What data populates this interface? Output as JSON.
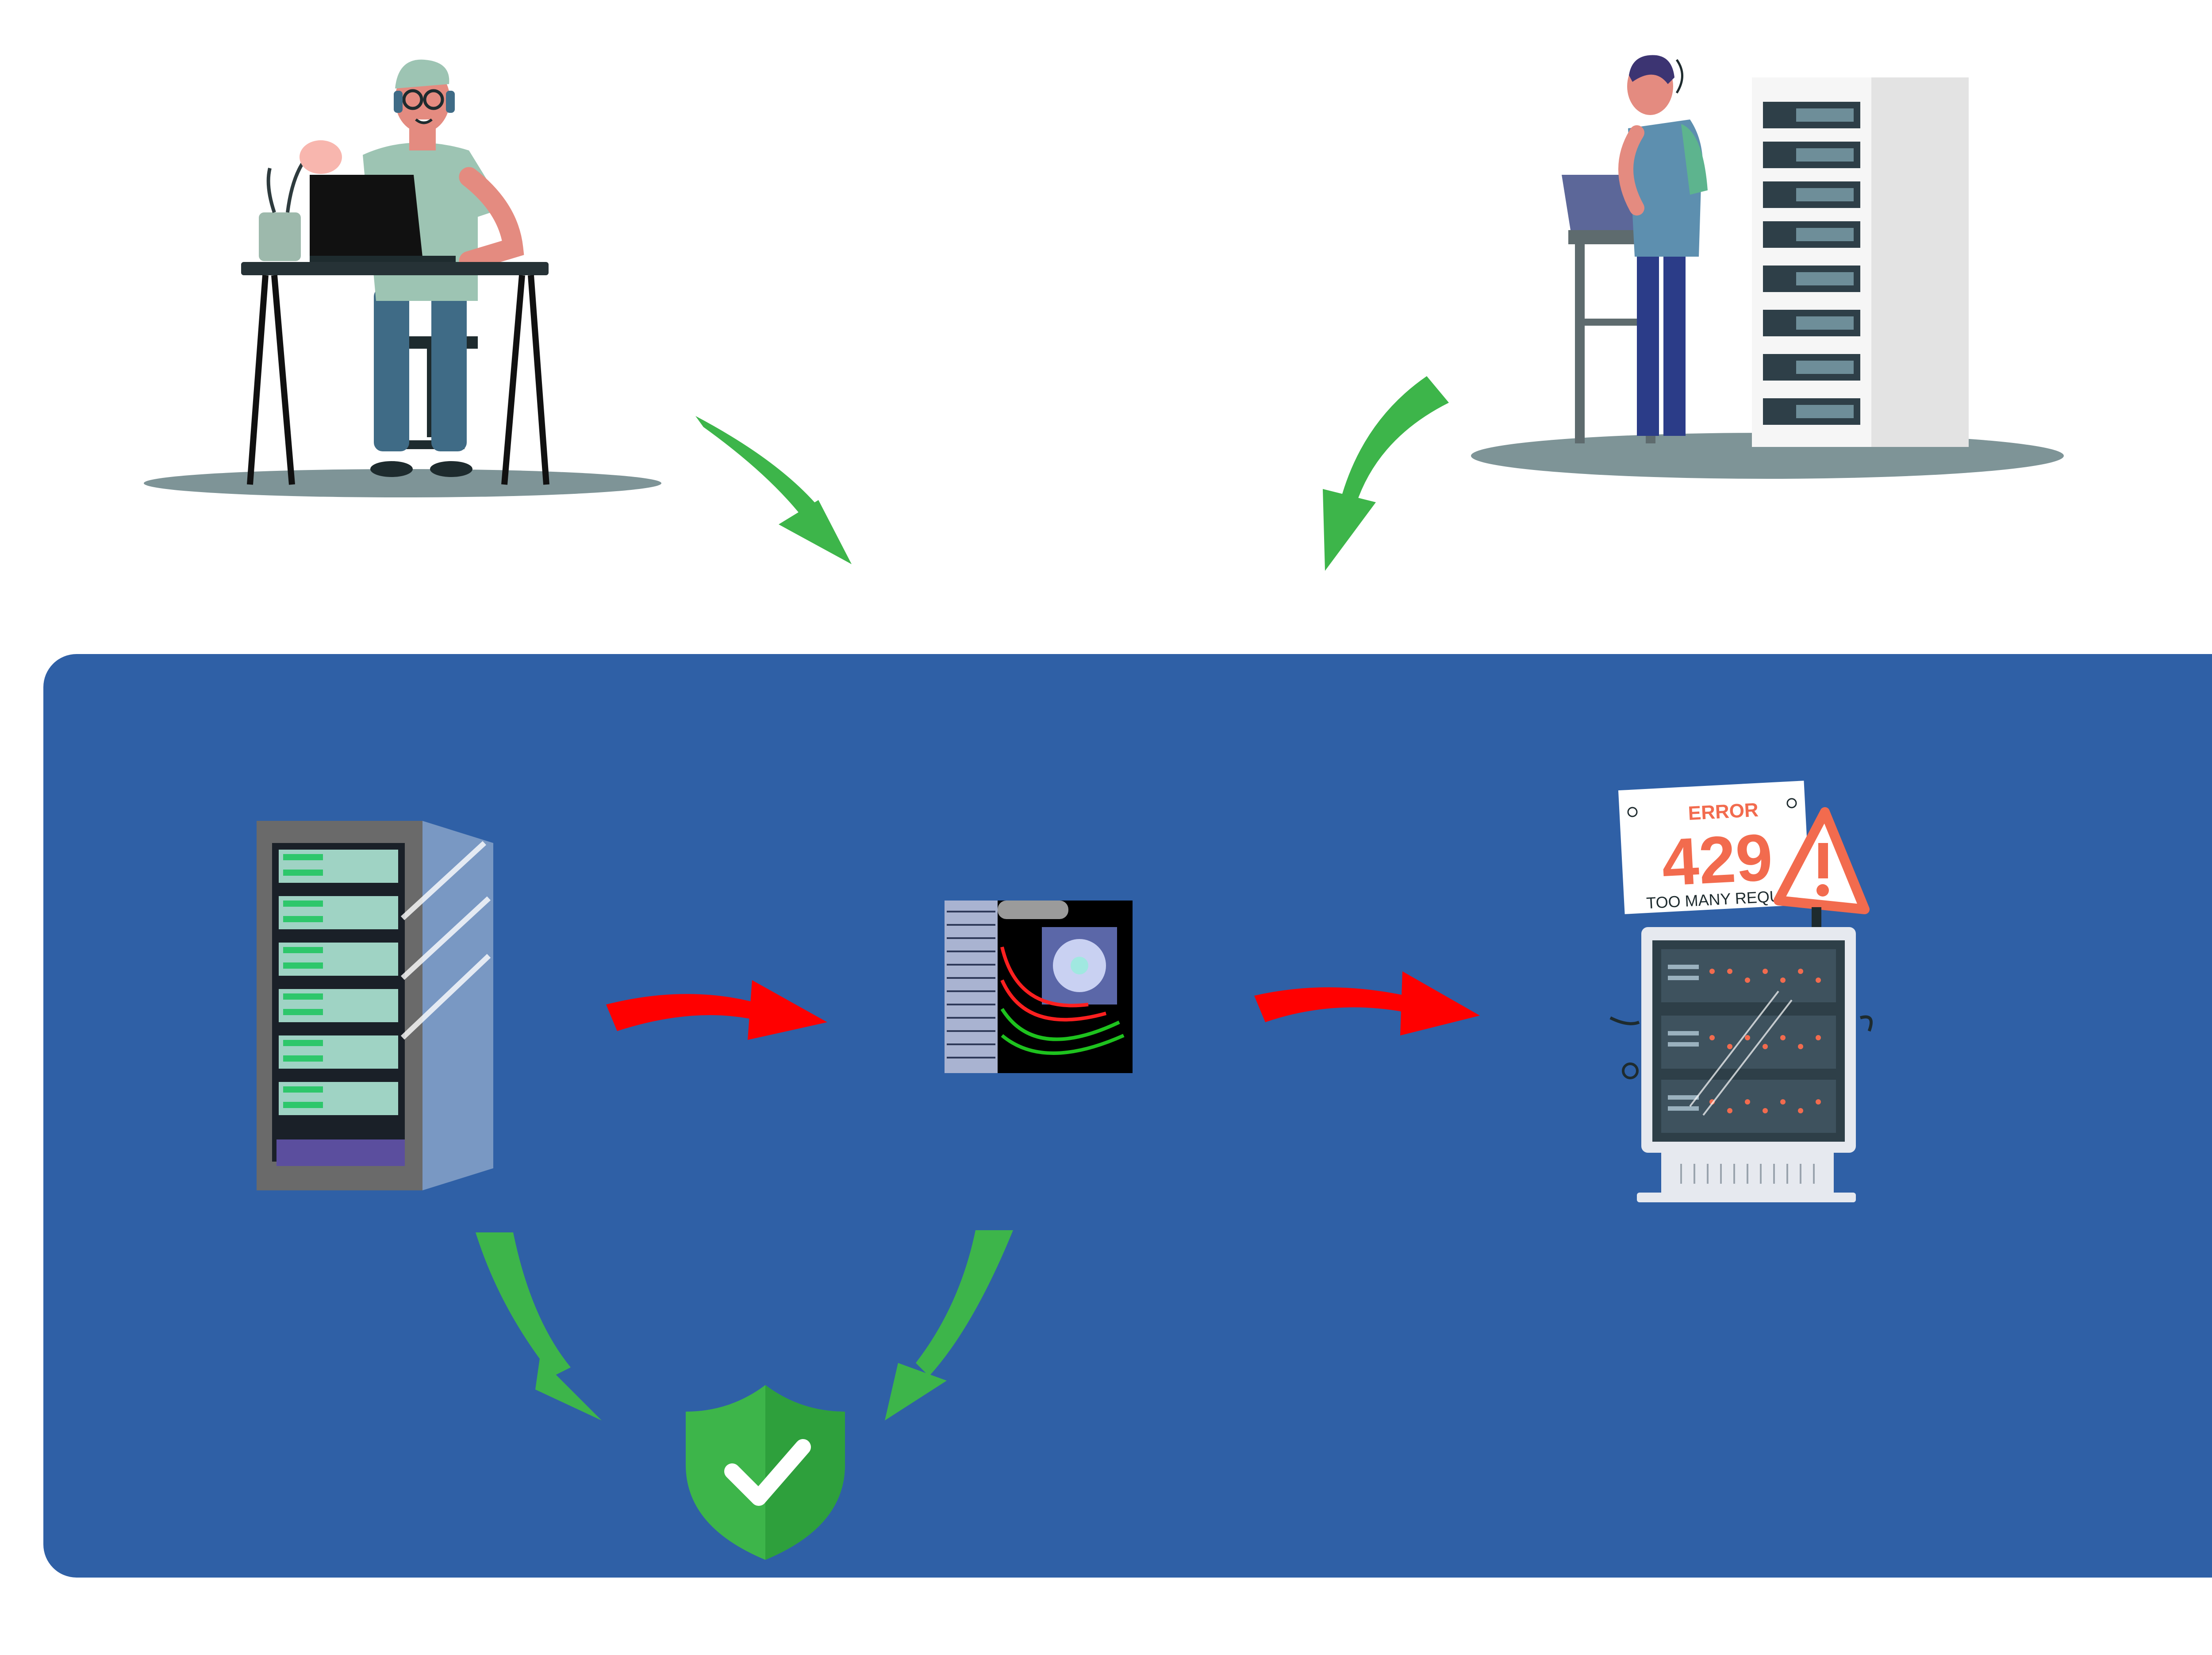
{
  "error_card": {
    "label": "ERROR",
    "code": "429",
    "message": "TOO MANY REQUEST"
  },
  "colors": {
    "panel": "#2F60A6",
    "arrow_good": "#3DB54A",
    "arrow_bad": "#FF0000",
    "shield": "#3DB54A",
    "error_text": "#F26B4E",
    "floor_shadow": "#7E9497"
  },
  "icons": {
    "developer": "person-at-desk-with-laptop",
    "admin": "person-at-standing-desk-beside-server-rack",
    "server_rack": "server-rack-with-glass-door",
    "motherboard": "motherboard-chip",
    "overloaded_server": "overloaded-server-error-429",
    "security": "shield-check-icon",
    "warning": "warning-triangle-icon"
  }
}
